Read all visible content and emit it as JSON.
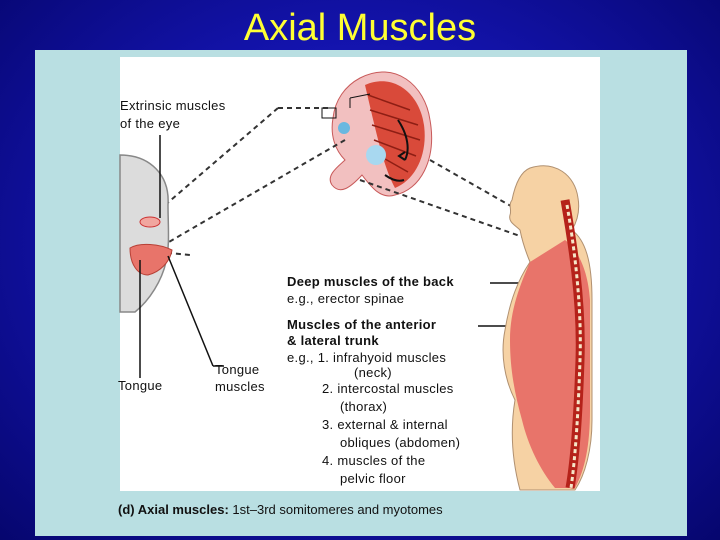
{
  "title": "Axial Muscles",
  "labels": {
    "eye_line1": "Extrinsic muscles",
    "eye_line2": "of the eye",
    "tongue_left": "Tongue",
    "tongue_mid_line1": "Tongue",
    "tongue_mid_line2": "muscles",
    "back_line1": "Deep muscles of the back",
    "back_line2": "e.g., erector spinae",
    "trunk_line1": "Muscles of the anterior",
    "trunk_line2": "& lateral trunk",
    "trunk_item1": "e.g., 1. infrahyoid muscles",
    "trunk_item1_sub": "(neck)",
    "trunk_item2": "2. intercostal muscles",
    "trunk_item2_sub": "(thorax)",
    "trunk_item3": "3. external & internal",
    "trunk_item3_sub": "obliques (abdomen)",
    "trunk_item4": "4. muscles of the",
    "trunk_item4_sub": "pelvic floor"
  },
  "caption": {
    "prefix": "(d) Axial muscles:",
    "text": " 1st–3rd somitomeres and myotomes"
  },
  "colors": {
    "background": "#1414b0",
    "title": "#ffff33",
    "panel": "#b9dfe2",
    "muscle": "#e8746a",
    "skin": "#f6d2a4",
    "head_gray": "#d8d8d8"
  }
}
